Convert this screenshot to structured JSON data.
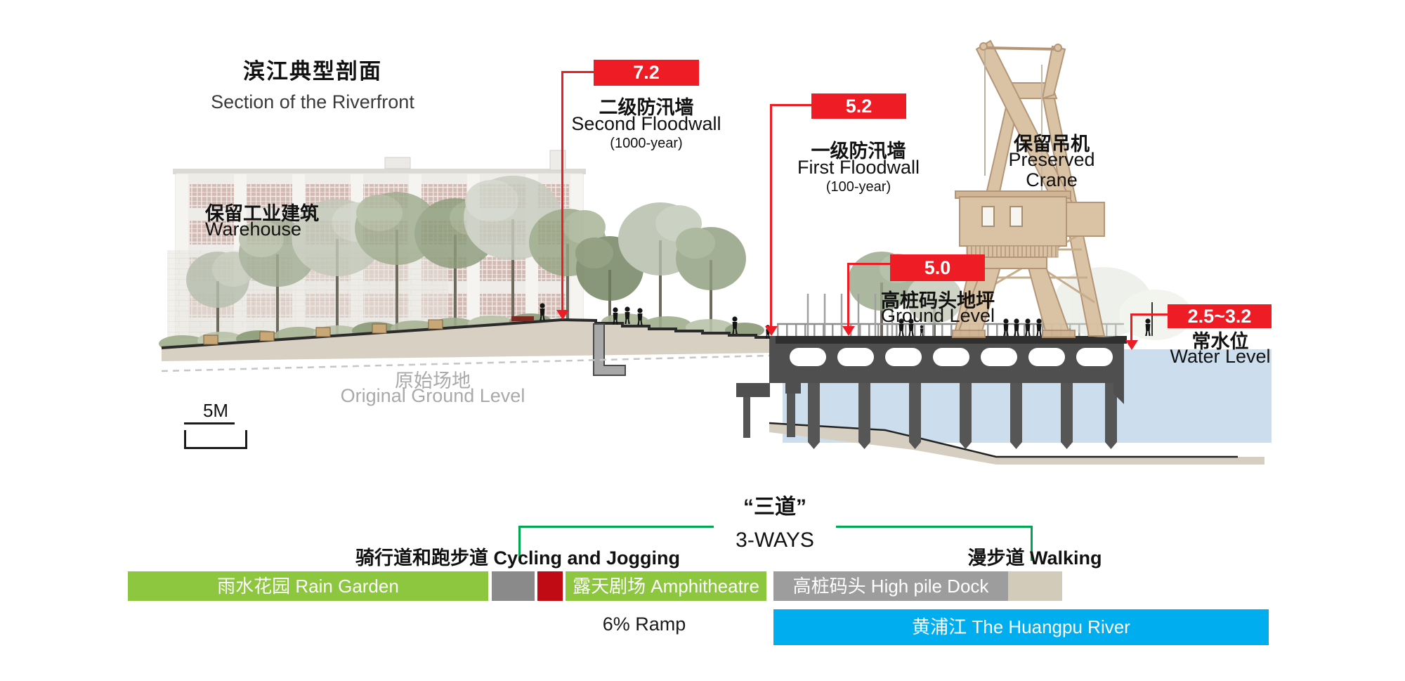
{
  "page": {
    "title_zh": "滨江典型剖面",
    "title_en": "Section of the Riverfront"
  },
  "markers": {
    "second_floodwall": {
      "value": "7.2",
      "label_zh": "二级防汛墙",
      "label_en": "Second Floodwall",
      "note": "(1000-year)"
    },
    "first_floodwall": {
      "value": "5.2",
      "label_zh": "一级防汛墙",
      "label_en": "First Floodwall",
      "note": "(100-year)"
    },
    "dock_ground": {
      "value": "5.0",
      "label_zh": "高桩码头地坪",
      "label_en": "Ground Level"
    },
    "water_level": {
      "value": "2.5~3.2",
      "label_zh": "常水位",
      "label_en": "Water Level"
    }
  },
  "annotations": {
    "warehouse_zh": "保留工业建筑",
    "warehouse_en": "Warehouse",
    "crane_zh": "保留吊机",
    "crane_en1": "Preserved",
    "crane_en2": "Crane",
    "original_ground_zh": "原始场地",
    "original_ground_en": "Original  Ground Level",
    "scale_label": "5M"
  },
  "three_ways": {
    "title_zh": "“三道”",
    "title_en": "3-WAYS",
    "left_label": "骑行道和跑步道 Cycling and Jogging",
    "right_label": "漫步道 Walking"
  },
  "zones": {
    "rain_garden": "雨水花园 Rain Garden",
    "amphitheatre": "露天剧场 Amphitheatre",
    "high_pile_dock": "高桩码头  High pile Dock",
    "huangpu_river": "黄浦江 The Huangpu River",
    "ramp_note": "6% Ramp"
  },
  "colors": {
    "marker_red": "#ee1c25",
    "zone_green": "#8dc63f",
    "dock_gray": "#9d9d9d",
    "block_gray": "#8a8a8a",
    "block_dark_red": "#c00b15",
    "block_beige": "#d2cbba",
    "river_blue": "#00aeef",
    "bracket_green": "#00a651",
    "water_fill": "#ccdeee",
    "muted_text": "#a9a9a9"
  }
}
